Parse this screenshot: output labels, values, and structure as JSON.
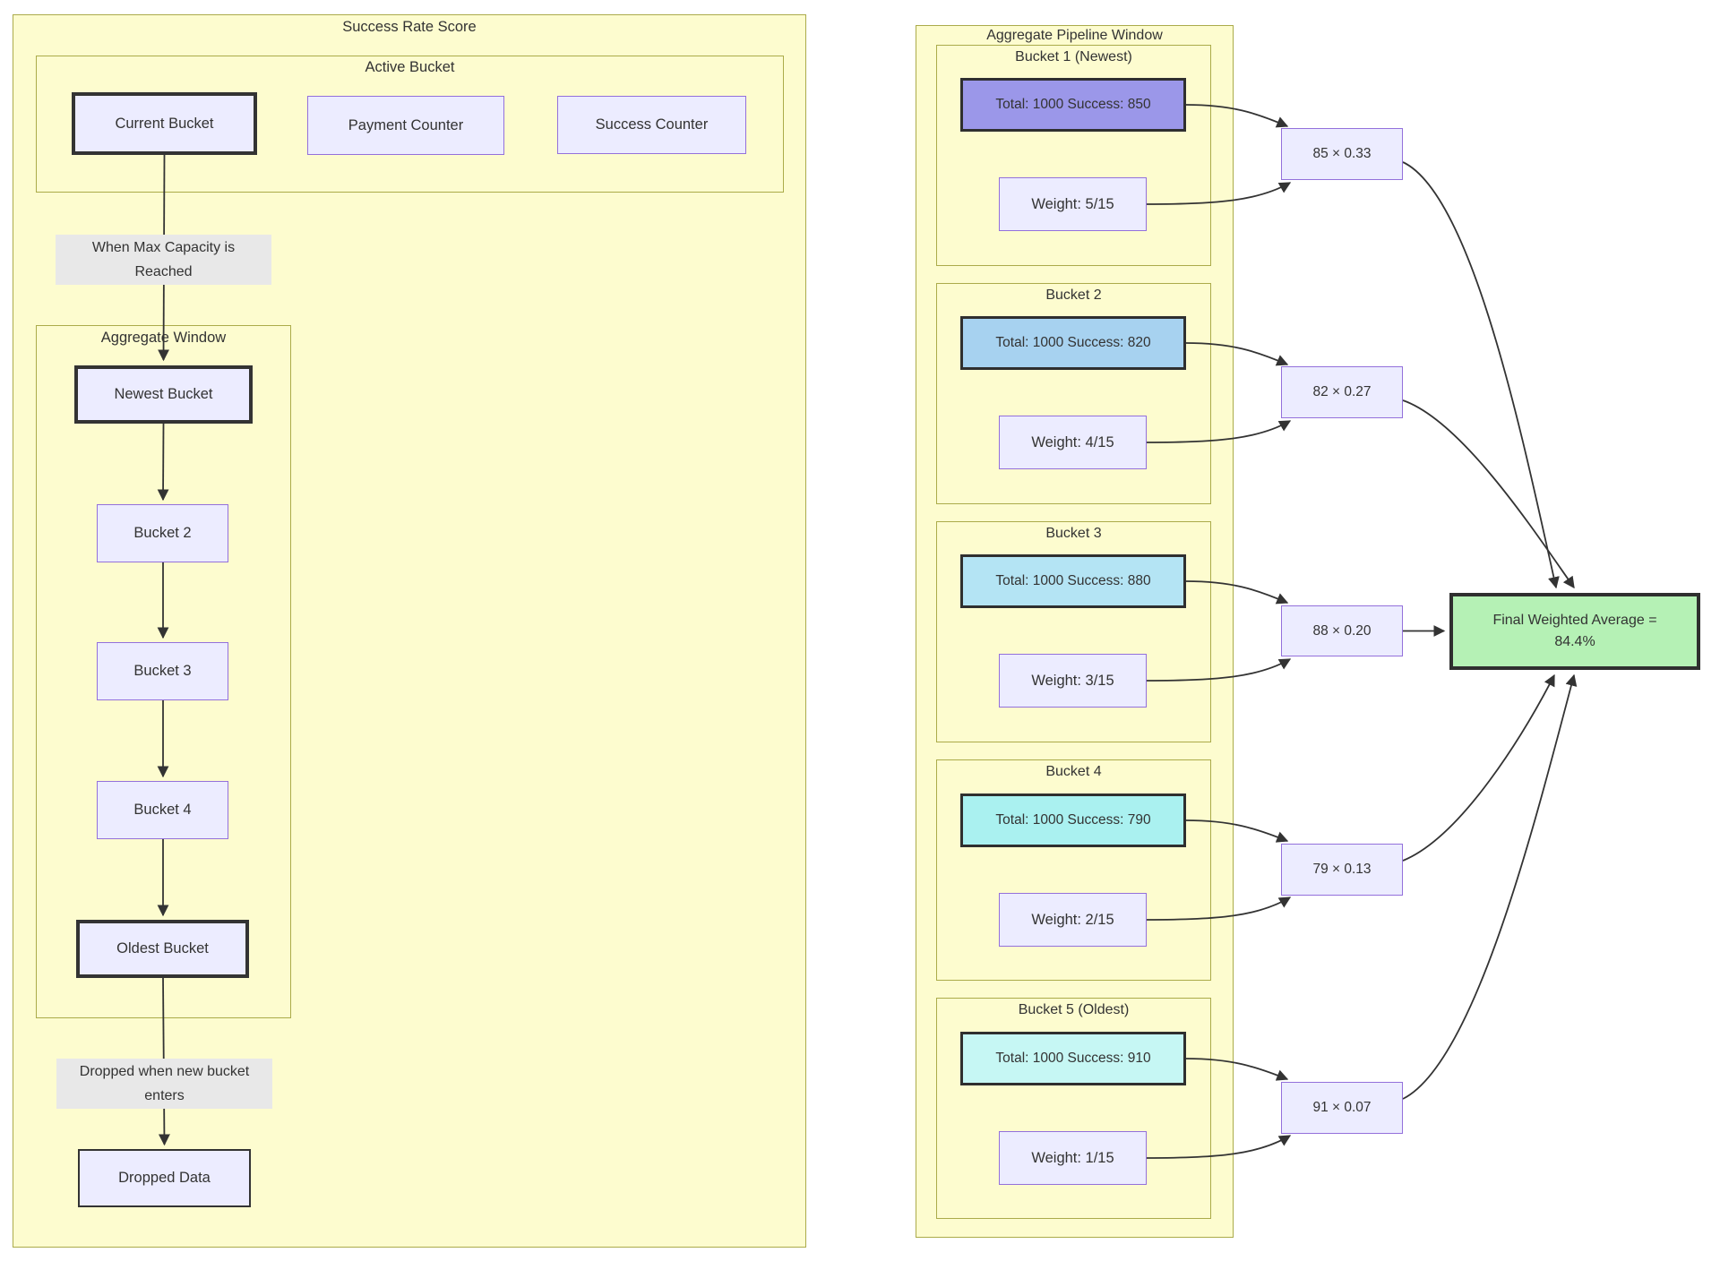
{
  "left": {
    "title": "Success Rate Score",
    "active": {
      "title": "Active Bucket",
      "current": "Current Bucket",
      "payment": "Payment Counter",
      "success": "Success Counter"
    },
    "label_max": {
      "line1": "When Max Capacity is",
      "line2": "Reached"
    },
    "window": {
      "title": "Aggregate Window",
      "nodes": [
        "Newest Bucket",
        "Bucket 2",
        "Bucket 3",
        "Bucket 4",
        "Oldest Bucket"
      ]
    },
    "label_drop": {
      "line1": "Dropped when new bucket",
      "line2": "enters"
    },
    "dropped": "Dropped Data"
  },
  "right": {
    "title": "Aggregate Pipeline Window",
    "buckets": [
      {
        "title": "Bucket 1 (Newest)",
        "total": "Total: 1000 Success: 850",
        "weight": "Weight: 5/15",
        "multiply": "85 × 0.33",
        "color": "#9b97e9"
      },
      {
        "title": "Bucket 2",
        "total": "Total: 1000 Success: 820",
        "weight": "Weight: 4/15",
        "multiply": "82 × 0.27",
        "color": "#a7d2f0"
      },
      {
        "title": "Bucket 3",
        "total": "Total: 1000 Success: 880",
        "weight": "Weight: 3/15",
        "multiply": "88 × 0.20",
        "color": "#b4e4f4"
      },
      {
        "title": "Bucket 4",
        "total": "Total: 1000 Success: 790",
        "weight": "Weight: 2/15",
        "multiply": "79 × 0.13",
        "color": "#aaf1f0"
      },
      {
        "title": "Bucket 5 (Oldest)",
        "total": "Total: 1000 Success: 910",
        "weight": "Weight: 1/15",
        "multiply": "91 × 0.07",
        "color": "#c6f7f4"
      }
    ],
    "final": {
      "line1": "Final Weighted Average =",
      "line2": "84.4%"
    }
  },
  "colors": {
    "cluster_fill": "#fdfccf",
    "cluster_border": "#abab4a",
    "node_fill": "#ececff",
    "node_border": "#9370db",
    "bold_border": "#333333",
    "edge": "#333333",
    "label_bg": "#e8e8e8",
    "final_fill": "#b5f1b5"
  }
}
